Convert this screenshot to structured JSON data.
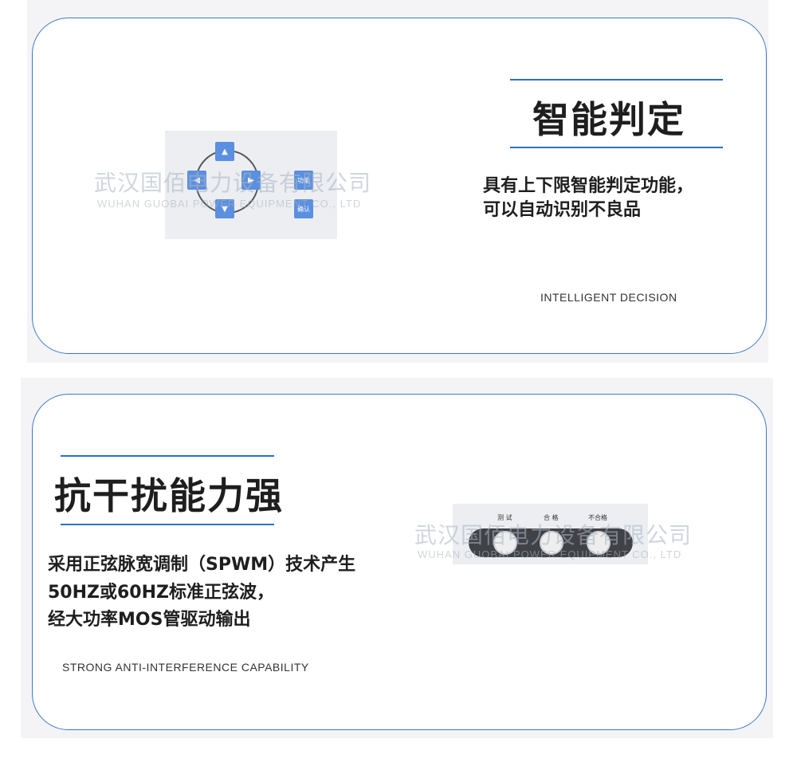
{
  "colors": {
    "accent": "#2f6fc3",
    "card_border": "#3a78c9",
    "key_blue": "#5b8fe0"
  },
  "watermark": {
    "cn": "武汉国佰电力设备有限公司",
    "en": "WUHAN GUOBAI POWER EQUIPMENT CO., LTD"
  },
  "section1": {
    "title": "智能判定",
    "body_lines": [
      "具有上下限智能判定功能，",
      "可以自动识别不良品"
    ],
    "english": "INTELLIGENT DECISION",
    "keypad": {
      "func_label": "功能",
      "confirm_label": "确认"
    }
  },
  "section2": {
    "title": "抗干扰能力强",
    "body_lines": [
      "采用正弦脉宽调制（SPWM）技术产生",
      "50HZ或60HZ标准正弦波，",
      "经大功率MOS管驱动输出"
    ],
    "english": "STRONG ANTI-INTERFERENCE CAPABILITY",
    "indicator_labels": [
      "测 试",
      "合 格",
      "不合格"
    ]
  }
}
